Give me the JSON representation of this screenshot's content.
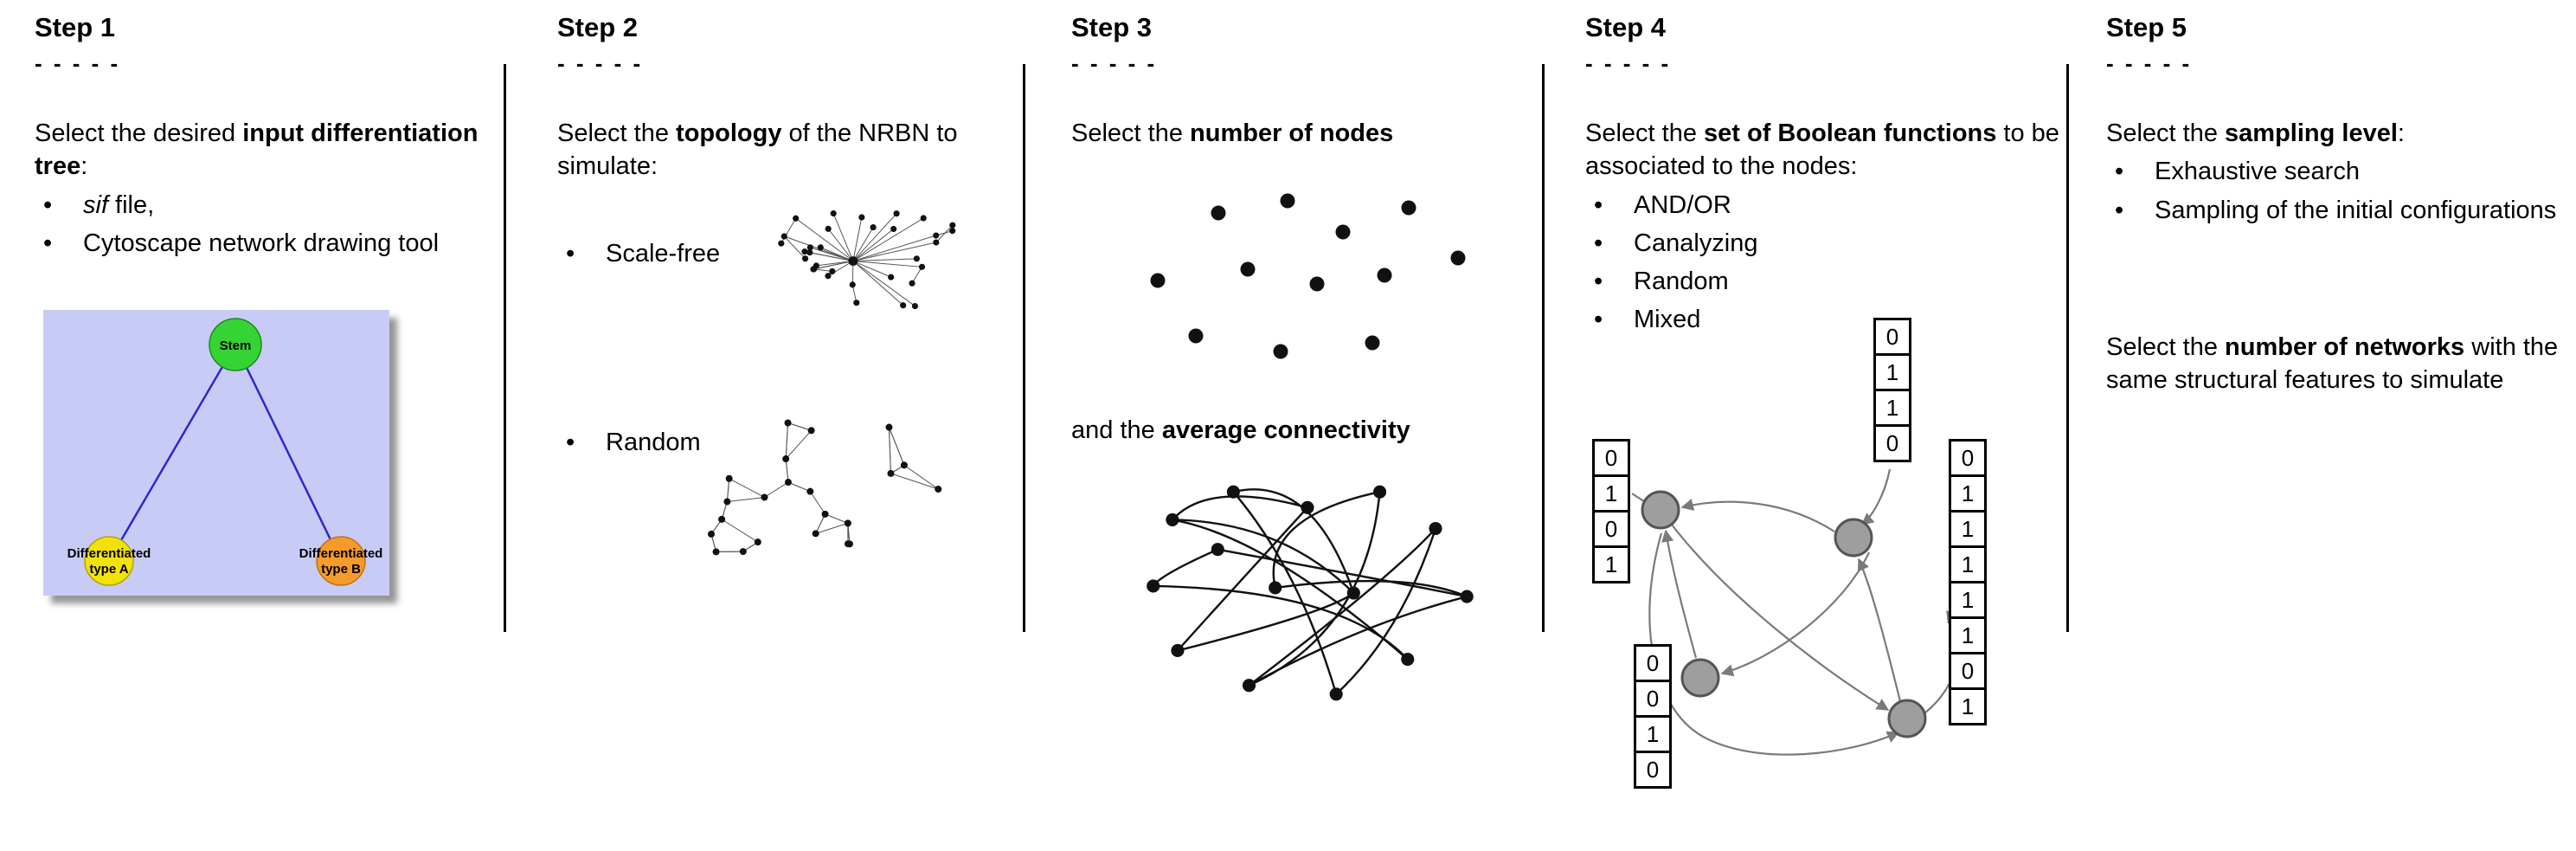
{
  "steps": [
    {
      "title": "Step 1",
      "dashes": "- - - - -",
      "intro_pre": "Select the desired ",
      "intro_bold": "input differentiation tree",
      "intro_post": ":",
      "bullet1_italic": "sif",
      "bullet1_rest": " file,",
      "bullet2": "Cytoscape network drawing tool",
      "tree": {
        "background": "#c9cbf7",
        "edge_color": "#2a2ace",
        "stem_label": "Stem",
        "stem_color": "#35d435",
        "left_label_line1": "Differentiated",
        "left_label_line2": "type A",
        "left_color": "#f2e20c",
        "right_label_line1": "Differentiated",
        "right_label_line2": "type B",
        "right_color": "#f59b2c"
      }
    },
    {
      "title": "Step 2",
      "dashes": "- - - - -",
      "intro_pre": "Select the ",
      "intro_bold": "topology",
      "intro_post": " of the NRBN to simulate:",
      "bullet1": "Scale-free",
      "bullet2": "Random"
    },
    {
      "title": "Step 3",
      "dashes": "- - - - -",
      "intro_pre": "Select the ",
      "intro_bold": "number of nodes",
      "intro2_pre": "and the ",
      "intro2_bold": "average connectivity"
    },
    {
      "title": "Step 4",
      "dashes": "- - - - -",
      "intro_pre": "Select the ",
      "intro_bold": "set of Boolean functions",
      "intro_post": " to be associated to the nodes:",
      "bullets": [
        "AND/OR",
        "Canalyzing",
        "Random",
        "Mixed"
      ],
      "tables": {
        "top": [
          "0",
          "1",
          "1",
          "0"
        ],
        "left": [
          "0",
          "1",
          "0",
          "1"
        ],
        "right": [
          "0",
          "1",
          "1",
          "1",
          "1",
          "1",
          "0",
          "1"
        ],
        "bottom": [
          "0",
          "0",
          "1",
          "0"
        ]
      }
    },
    {
      "title": "Step 5",
      "dashes": "- - - - -",
      "intro_pre": "Select the ",
      "intro_bold": "sampling level",
      "intro_post": ":",
      "bullets": [
        "Exhaustive search",
        "Sampling of the initial configurations"
      ],
      "networks_pre": "Select the ",
      "networks_bold": "number of networks",
      "networks_post": " with the same structural features to simulate"
    }
  ]
}
